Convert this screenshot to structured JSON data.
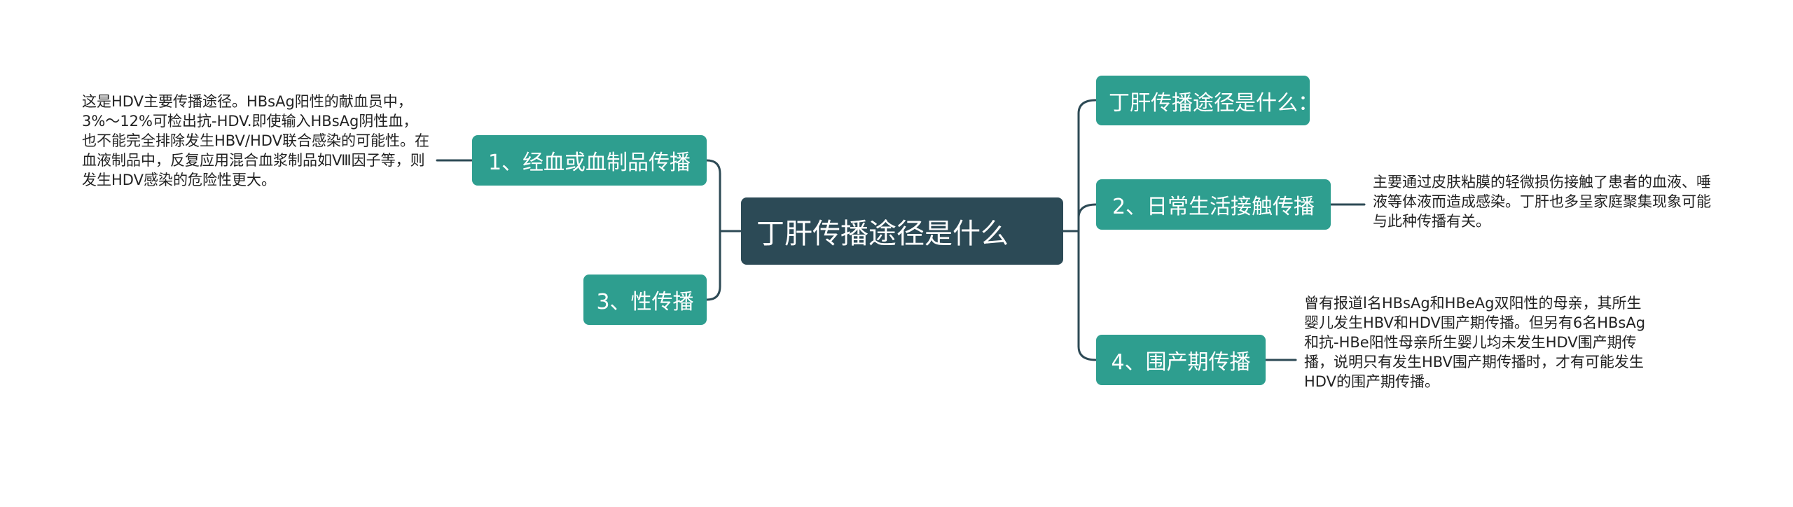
{
  "mindmap": {
    "root": {
      "label": "丁肝传播途径是什么"
    },
    "branches": [
      {
        "label": "丁肝传播途径是什么："
      },
      {
        "label": "1、经血或血制品传播",
        "note": "这是HDV主要传播途径。HBsAg阳性的献血员中，3%～12%可检出抗-HDV.即使输入HBsAg阴性血，也不能完全排除发生HBV/HDV联合感染的可能性。在血液制品中，反复应用混合血浆制品如Ⅷ因子等，则发生HDV感染的危险性更大。"
      },
      {
        "label": "2、日常生活接触传播",
        "note": "主要通过皮肤粘膜的轻微损伤接触了患者的血液、唾液等体液而造成感染。丁肝也多呈家庭聚集现象可能与此种传播有关。"
      },
      {
        "label": "3、性传播"
      },
      {
        "label": "4、围产期传播",
        "note": "曾有报道l名HBsAg和HBeAg双阳性的母亲，其所生婴儿发生HBV和HDV围产期传播。但另有6名HBsAg和抗-HBe阳性母亲所生婴儿均未发生HDV围产期传播，说明只有发生HBV围产期传播时，才有可能发生HDV的围产期传播。"
      }
    ]
  },
  "colors": {
    "root_fill": "#2c4a56",
    "branch_fill": "#2e9e8f",
    "connector": "#2d4a55",
    "note_text": "#222222",
    "background": "#ffffff"
  }
}
